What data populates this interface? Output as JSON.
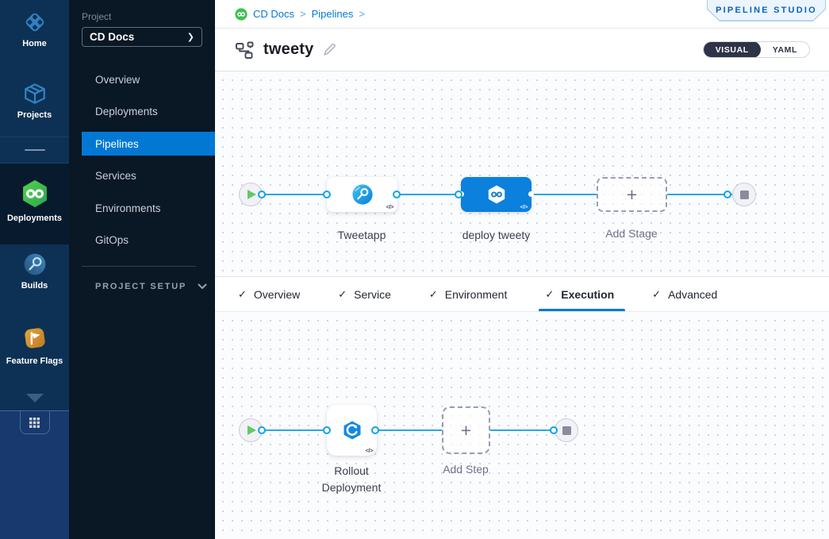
{
  "rail": {
    "items": [
      {
        "label": "Home",
        "icon": "home-icon"
      },
      {
        "label": "Projects",
        "icon": "projects-icon"
      },
      {
        "label": "Deployments",
        "icon": "deployments-icon",
        "selected": true
      },
      {
        "label": "Builds",
        "icon": "builds-icon"
      },
      {
        "label": "Feature Flags",
        "icon": "feature-flags-icon"
      }
    ]
  },
  "sidebar": {
    "project_label": "Project",
    "project_name": "CD Docs",
    "nav": [
      {
        "label": "Overview"
      },
      {
        "label": "Deployments"
      },
      {
        "label": "Pipelines",
        "active": true
      },
      {
        "label": "Services"
      },
      {
        "label": "Environments"
      },
      {
        "label": "GitOps"
      }
    ],
    "project_setup_label": "PROJECT SETUP"
  },
  "header": {
    "breadcrumb": {
      "project": "CD Docs",
      "section": "Pipelines",
      "separator": ">"
    },
    "studio_badge": "PIPELINE STUDIO",
    "pipeline_title": "tweety",
    "view_toggle": {
      "visual": "VISUAL",
      "yaml": "YAML"
    }
  },
  "stage_canvas": {
    "stages": [
      {
        "name": "Tweetapp",
        "type": "build"
      },
      {
        "name": "deploy tweety",
        "type": "deploy",
        "selected": true
      }
    ],
    "add_stage_label": "Add Stage"
  },
  "tabs": [
    {
      "label": "Overview",
      "checked": true
    },
    {
      "label": "Service",
      "checked": true
    },
    {
      "label": "Environment",
      "checked": true
    },
    {
      "label": "Execution",
      "checked": true,
      "active": true
    },
    {
      "label": "Advanced",
      "checked": true
    }
  ],
  "execution_canvas": {
    "steps": [
      {
        "name": "Rollout Deployment"
      }
    ],
    "add_step_label": "Add Step"
  },
  "colors": {
    "accent": "#0278d5",
    "connector": "#27a8e8",
    "cd_green": "#3fc14f",
    "rail_bg": "#0d3154"
  },
  "icons": {
    "check": "✓",
    "plus": "+",
    "code": "</>",
    "chevron_right": "❯"
  }
}
